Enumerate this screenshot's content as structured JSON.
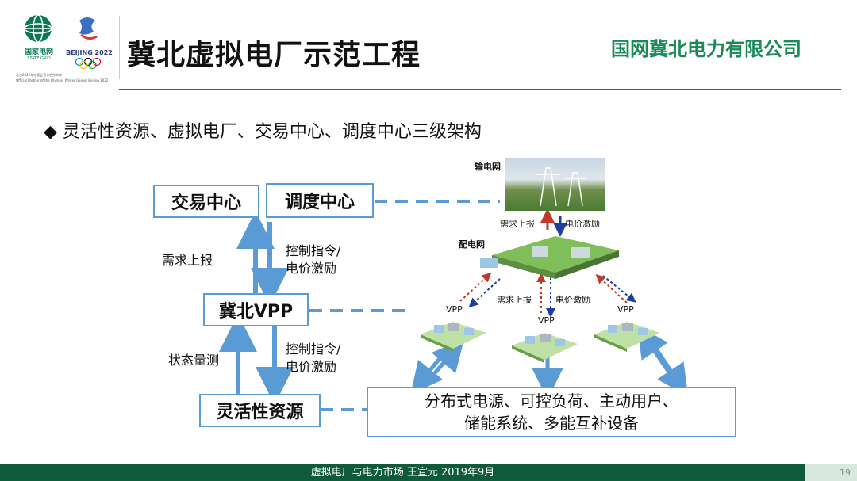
{
  "header": {
    "title": "冀北虚拟电厂示范工程",
    "company": "国网冀北电力有限公司",
    "state_grid_cn": "国家电网",
    "state_grid_en": "STATE GRID",
    "beijing": "BEIJING 2022",
    "partner_cn": "北京2022年冬奥会官方合作伙伴",
    "partner_en": "Official Partner of the Olympic Winter Games Beijing 2022"
  },
  "bullet": "灵活性资源、虚拟电厂、交易中心、调度中心三级架构",
  "diagram": {
    "trade_center": "交易中心",
    "dispatch_center": "调度中心",
    "jibei_vpp": "冀北VPP",
    "flexible_resources": "灵活性资源",
    "resources_line1": "分布式电源、可控负荷、主动用户、",
    "resources_line2": "储能系统、多能互补设备",
    "demand_report": "需求上报",
    "control_cmd_1a": "控制指令/",
    "control_cmd_1b": "电价激励",
    "state_measure": "状态量测",
    "control_cmd_2a": "控制指令/",
    "control_cmd_2b": "电价激励",
    "transmission": "输电网",
    "distribution": "配电网",
    "demand_report_small": "需求上报",
    "price_incentive_small": "电价激励",
    "demand_report_small2": "需求上报",
    "price_incentive_small2": "电价激励",
    "vpp_left": "VPP",
    "vpp_mid": "VPP",
    "vpp_right": "VPP"
  },
  "footer": {
    "text": "虚拟电厂与电力市场 王宣元 2019年9月",
    "page": "19"
  },
  "colors": {
    "accent_blue": "#5b9bd5",
    "company_green": "#1a8a5a",
    "footer_green": "#0e5a3a",
    "arrow_red": "#c0392b",
    "arrow_darkblue": "#1f3f9f"
  }
}
